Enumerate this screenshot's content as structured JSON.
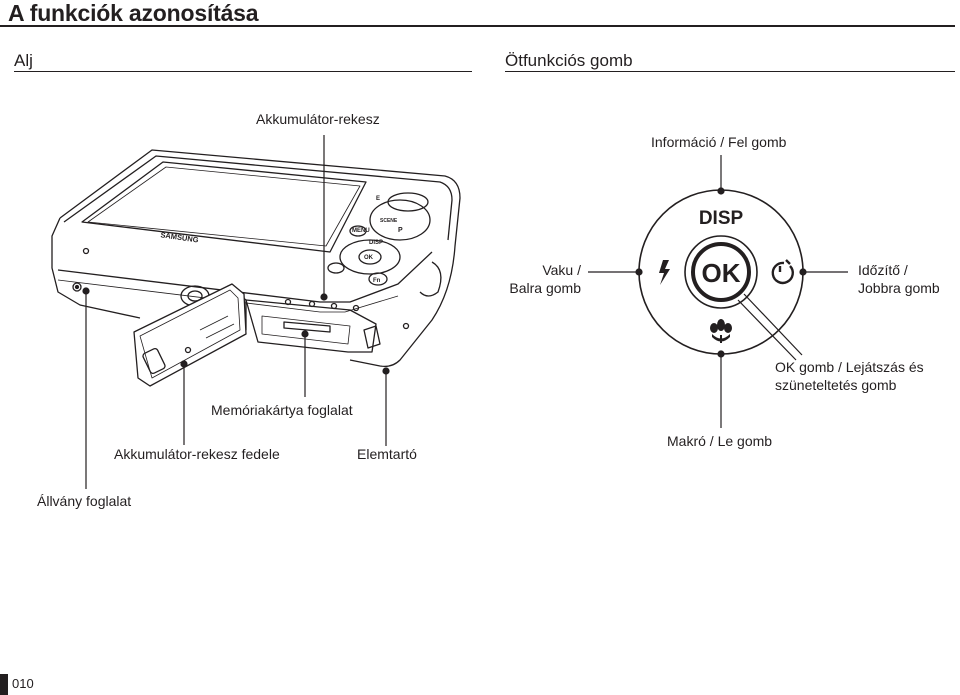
{
  "page": {
    "title": "A funkciók azonosítása",
    "page_number": "010"
  },
  "sections": {
    "left": "Alj",
    "right": "Ötfunkciós gomb"
  },
  "camera": {
    "brand": "SAMSUNG",
    "labels": {
      "battery_compartment": "Akkumulátor-rekesz",
      "memory_slot": "Memóriakártya foglalat",
      "battery_cover": "Akkumulátor-rekesz fedele",
      "battery_holder": "Elemtartó",
      "tripod": "Állvány foglalat"
    },
    "buttons": {
      "menu": "MENU",
      "disp": "DISP",
      "ok": "OK",
      "fn": "Fn",
      "e": "E",
      "scene": "SCENE",
      "p": "P"
    }
  },
  "dial": {
    "disp": "DISP",
    "ok": "OK",
    "labels": {
      "up": "Információ / Fel gomb",
      "left_1": "Vaku /",
      "left_2": "Balra gomb",
      "right_1": "Időzítő /",
      "right_2": "Jobbra gomb",
      "ok_1": "OK gomb / Lejátszás és",
      "ok_2": "szüneteltetés gomb",
      "down": "Makró / Le gomb"
    }
  }
}
